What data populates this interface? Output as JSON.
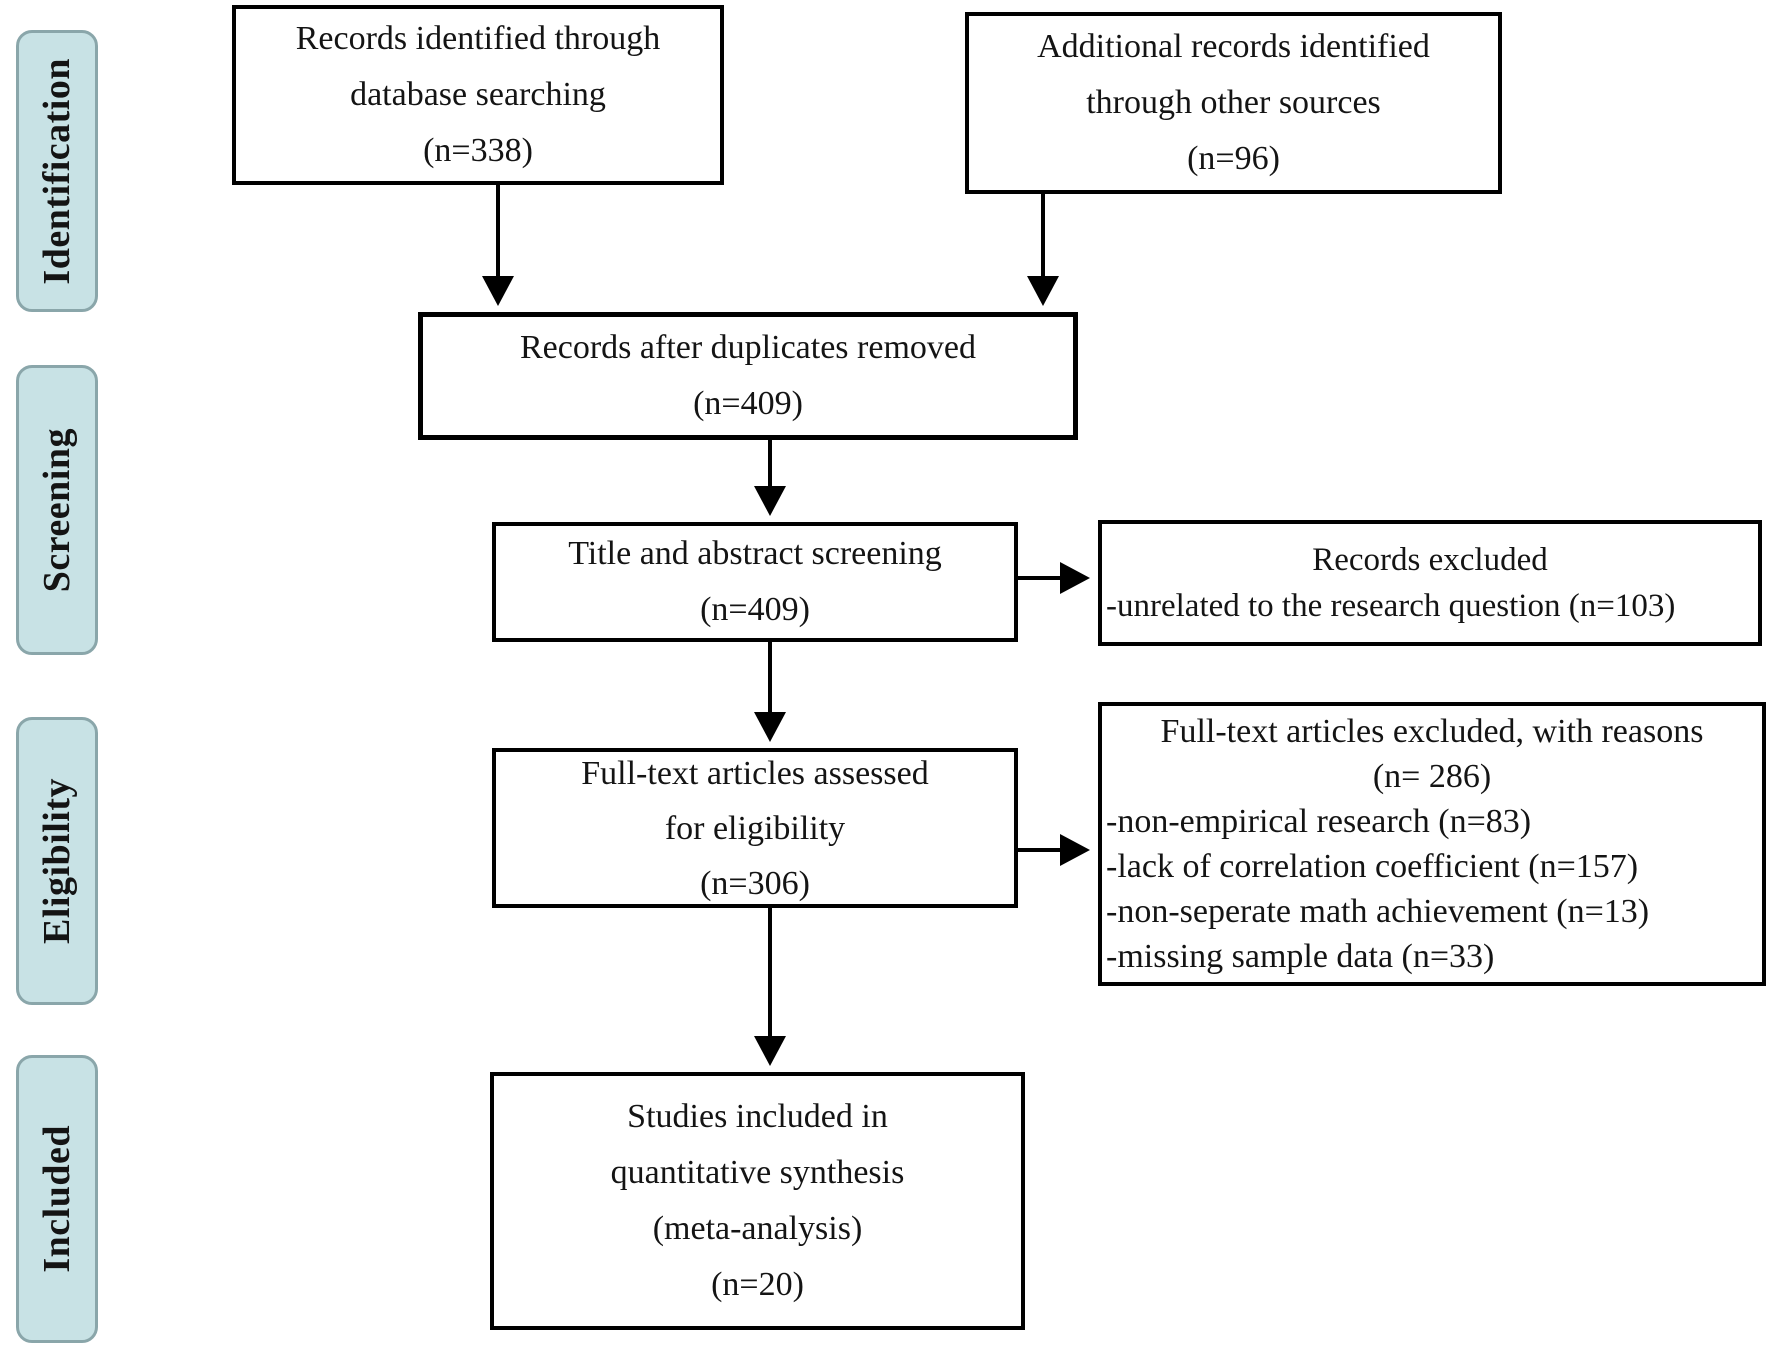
{
  "colors": {
    "background": "#ffffff",
    "stage-fill": "#c8e2e5",
    "stage-border": "#8aa6aa",
    "box-border": "#000000",
    "arrow": "#000000",
    "text": "#141414"
  },
  "stages": [
    {
      "label": "Identification"
    },
    {
      "label": "Screening"
    },
    {
      "label": "Eligibility"
    },
    {
      "label": "Included"
    }
  ],
  "boxes": {
    "records_identified": {
      "lines": [
        "Records identified through",
        "database searching",
        "(n=338)"
      ]
    },
    "additional_records": {
      "lines": [
        "Additional records identified",
        "through other sources",
        "(n=96)"
      ]
    },
    "duplicates_removed": {
      "lines": [
        "Records after duplicates removed",
        "(n=409)"
      ]
    },
    "title_abstract_screening": {
      "lines": [
        "Title and abstract screening",
        "(n=409)"
      ]
    },
    "records_excluded": {
      "title": "Records excluded",
      "reasons": [
        "-unrelated to the research question (n=103)"
      ]
    },
    "fulltext_assessed": {
      "lines": [
        "Full-text articles assessed",
        "for eligibility",
        "(n=306)"
      ]
    },
    "fulltext_excluded": {
      "title": "Full-text articles excluded, with reasons",
      "count": "(n= 286)",
      "reasons": [
        "-non-empirical research (n=83)",
        "-lack of correlation coefficient (n=157)",
        "-non-seperate math achievement  (n=13)",
        "-missing sample data (n=33)"
      ]
    },
    "studies_included": {
      "lines": [
        "Studies included in",
        "quantitative synthesis",
        "(meta-analysis)",
        "(n=20)"
      ]
    }
  }
}
